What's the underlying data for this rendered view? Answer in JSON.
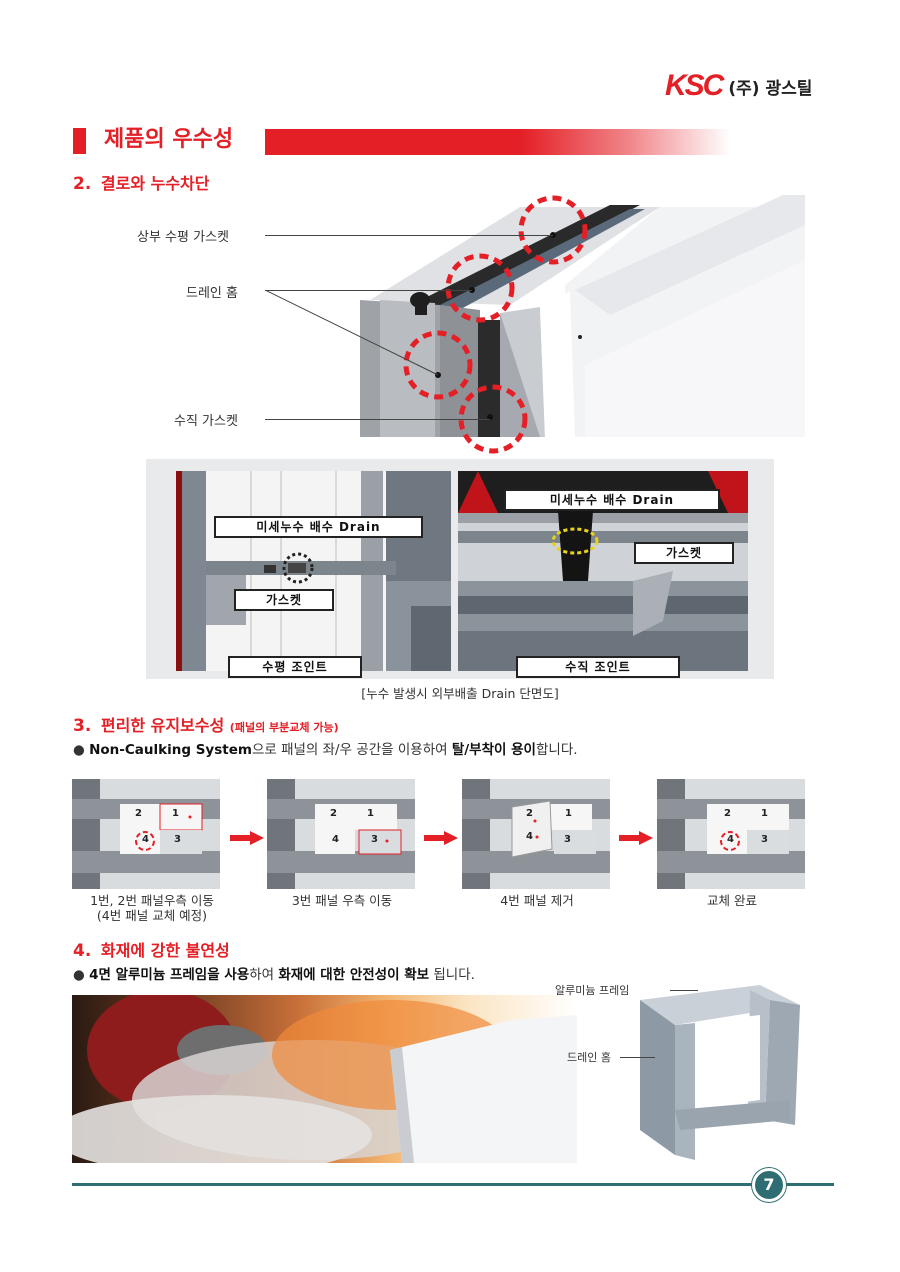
{
  "header": {
    "logo_text": "KSC",
    "company": "(주) 광스틸"
  },
  "section": {
    "title": "제품의 우수성"
  },
  "s2": {
    "num": "2.",
    "title": "결로와 누수차단",
    "labels": {
      "top_gasket": "상부 수평 가스켓",
      "drain": "드레인 홈",
      "vertical_gasket": "수직 가스켓"
    },
    "tags": {
      "drain_left": "미세누수 배수 Drain",
      "gasket_left": "가스켓",
      "drain_right": "미세누수 배수 Drain",
      "gasket_right": "가스켓"
    },
    "joints": {
      "horizontal": "수평 조인트",
      "vertical": "수직 조인트"
    },
    "caption": "[누수 발생시 외부배출  Drain 단면도]"
  },
  "s3": {
    "num": "3.",
    "title": "편리한 유지보수성",
    "subtitle": "(패널의 부분교체 가능)",
    "bullet_prefix": "Non-Caulking System",
    "bullet_mid": "으로 패널의 좌/우 공간을 이용하여 ",
    "bullet_bold": "탈/부착이 용이",
    "bullet_suffix": "합니다.",
    "steps": [
      {
        "caption": "1번, 2번 패널우측 이동",
        "caption2": "(4번 패널 교체 예정)",
        "n": [
          "2",
          "1",
          "4",
          "3"
        ]
      },
      {
        "caption": "3번 패널 우측 이동",
        "caption2": "",
        "n": [
          "2",
          "1",
          "4",
          "3"
        ]
      },
      {
        "caption": "4번 패널 제거",
        "caption2": "",
        "n": [
          "2",
          "1",
          "4",
          "3"
        ]
      },
      {
        "caption": "교체 완료",
        "caption2": "",
        "n": [
          "2",
          "1",
          "4",
          "3"
        ]
      }
    ]
  },
  "s4": {
    "num": "4.",
    "title": "화재에 강한 불연성",
    "bullet_bold1": "4면 알루미늄 프레임을 사용",
    "bullet_mid": "하여 ",
    "bullet_bold2": "화재에 대한 안전성이 확보",
    "bullet_suffix": " 됩니다.",
    "frame_labels": {
      "frame": "알루미늄 프레임",
      "drain": "드레인 홈"
    }
  },
  "footer": {
    "page": "7"
  },
  "colors": {
    "accent": "#e41f26",
    "teal": "#2e6e73"
  }
}
